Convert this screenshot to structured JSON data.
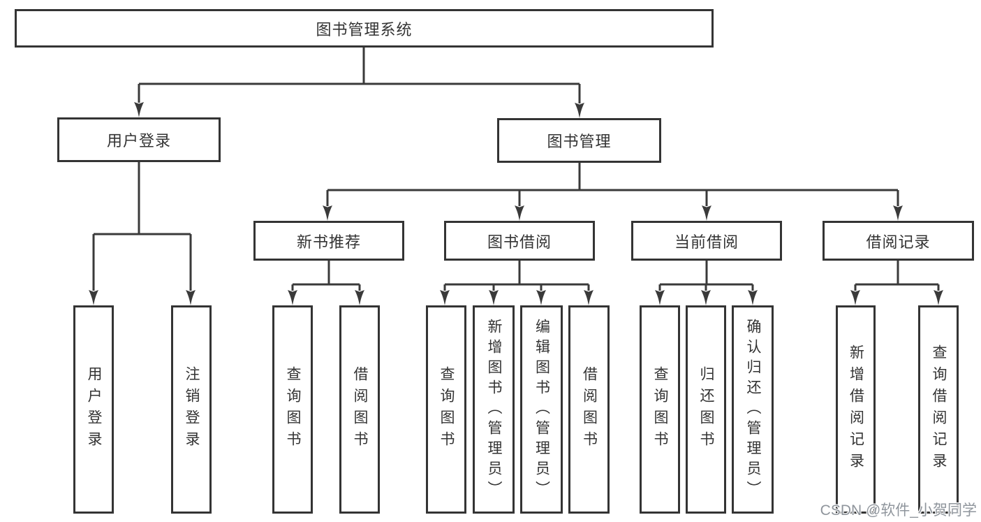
{
  "page": {
    "background": "#ffffff",
    "line_color": "#3a3a3a",
    "text_color": "#333333"
  },
  "tree": {
    "root": "图书管理系统",
    "user_login": "用户登录",
    "book_mgmt": "图书管理",
    "new_books": "新书推荐",
    "book_borrow": "图书借阅",
    "current_borrow": "当前借阅",
    "borrow_records": "借阅记录",
    "leaves": {
      "user_login": [
        "用户登录",
        "注销登录"
      ],
      "new_books": [
        "查询图书",
        "借阅图书"
      ],
      "book_borrow": [
        "查询图书",
        "新增图书（管理员）",
        "编辑图书（管理员）",
        "借阅图书"
      ],
      "current_borrow": [
        "查询图书",
        "归还图书",
        "确认归还（管理员）"
      ],
      "borrow_records": [
        "新增借阅记录",
        "查询借阅记录"
      ]
    }
  },
  "watermark": "CSDN @软件_小贺同学"
}
